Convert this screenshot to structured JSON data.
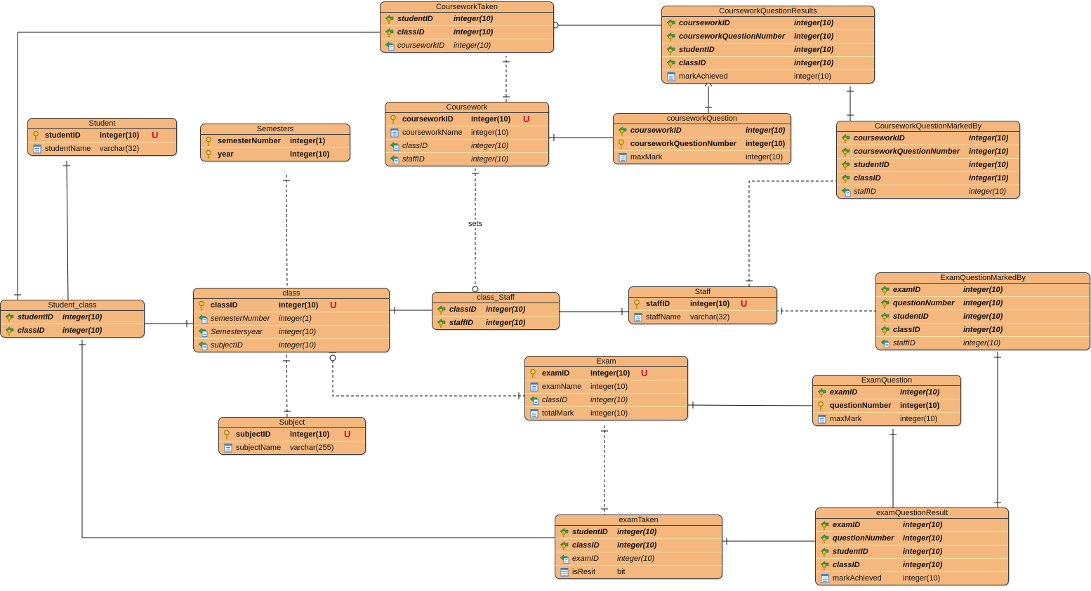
{
  "entities": [
    {
      "id": "CourseworkTaken",
      "title": "CourseworkTaken",
      "unique": false,
      "fields": [
        {
          "name": "studentID",
          "type": "integer(10)",
          "kind": "pkfk"
        },
        {
          "name": "classID",
          "type": "integer(10)",
          "kind": "pkfk"
        },
        {
          "name": "courseworkID",
          "type": "integer(10)",
          "kind": "fk"
        }
      ]
    },
    {
      "id": "CourseworkQuestionResults",
      "title": "CourseworkQuestionResults",
      "unique": false,
      "fields": [
        {
          "name": "courseworkID",
          "type": "integer(10)",
          "kind": "pkfk"
        },
        {
          "name": "courseworkQuestionNumber",
          "type": "integer(10)",
          "kind": "pkfk"
        },
        {
          "name": "studentID",
          "type": "integer(10)",
          "kind": "pkfk"
        },
        {
          "name": "classID",
          "type": "integer(10)",
          "kind": "pkfk"
        },
        {
          "name": "markAchieved",
          "type": "integer(10)",
          "kind": "col"
        }
      ]
    },
    {
      "id": "Student",
      "title": "Student",
      "unique": true,
      "fields": [
        {
          "name": "studentID",
          "type": "integer(10)",
          "kind": "pk"
        },
        {
          "name": "studentName",
          "type": "varchar(32)",
          "kind": "col"
        }
      ]
    },
    {
      "id": "Semesters",
      "title": "Semesters",
      "unique": false,
      "fields": [
        {
          "name": "semesterNumber",
          "type": "integer(1)",
          "kind": "pk"
        },
        {
          "name": "year",
          "type": "integer(10)",
          "kind": "pk"
        }
      ]
    },
    {
      "id": "Coursework",
      "title": "Coursework",
      "unique": true,
      "fields": [
        {
          "name": "courseworkID",
          "type": "integer(10)",
          "kind": "pk"
        },
        {
          "name": "courseworkName",
          "type": "integer(10)",
          "kind": "col"
        },
        {
          "name": "classID",
          "type": "integer(10)",
          "kind": "fk"
        },
        {
          "name": "staffID",
          "type": "integer(10)",
          "kind": "fk"
        }
      ]
    },
    {
      "id": "courseworkQuestion",
      "title": "courseworkQuestion",
      "unique": false,
      "fields": [
        {
          "name": "courseworkID",
          "type": "integer(10)",
          "kind": "pkfk"
        },
        {
          "name": "courseworkQuestionNumber",
          "type": "integer(10)",
          "kind": "pk"
        },
        {
          "name": "maxMark",
          "type": "integer(10)",
          "kind": "col"
        }
      ]
    },
    {
      "id": "CourseworkQuestionMarkedBy",
      "title": "CourseworkQuestionMarkedBy",
      "unique": false,
      "fields": [
        {
          "name": "courseworkID",
          "type": "integer(10)",
          "kind": "pkfk"
        },
        {
          "name": "courseworkQuestionNumber",
          "type": "integer(10)",
          "kind": "pkfk"
        },
        {
          "name": "studentID",
          "type": "integer(10)",
          "kind": "pkfk"
        },
        {
          "name": "classID",
          "type": "integer(10)",
          "kind": "pkfk"
        },
        {
          "name": "staffID",
          "type": "integer(10)",
          "kind": "fk"
        }
      ]
    },
    {
      "id": "Student_class",
      "title": "Student_class",
      "unique": false,
      "fields": [
        {
          "name": "studentID",
          "type": "integer(10)",
          "kind": "pkfk"
        },
        {
          "name": "classID",
          "type": "integer(10)",
          "kind": "pkfk"
        }
      ]
    },
    {
      "id": "class",
      "title": "class",
      "unique": true,
      "fields": [
        {
          "name": "classID",
          "type": "integer(10)",
          "kind": "pk"
        },
        {
          "name": "semesterNumber",
          "type": "integer(1)",
          "kind": "fk"
        },
        {
          "name": "Semestersyear",
          "type": "integer(10)",
          "kind": "fk"
        },
        {
          "name": "subjectID",
          "type": "integer(10)",
          "kind": "fk"
        }
      ]
    },
    {
      "id": "class_Staff",
      "title": "class_Staff",
      "unique": false,
      "fields": [
        {
          "name": "classID",
          "type": "integer(10)",
          "kind": "pkfk"
        },
        {
          "name": "staffID",
          "type": "integer(10)",
          "kind": "pkfk"
        }
      ]
    },
    {
      "id": "Staff",
      "title": "Staff",
      "unique": true,
      "fields": [
        {
          "name": "staffID",
          "type": "integer(10)",
          "kind": "pk"
        },
        {
          "name": "staffName",
          "type": "varchar(32)",
          "kind": "col"
        }
      ]
    },
    {
      "id": "ExamQuestionMarkedBy",
      "title": "ExamQuestionMarkedBy",
      "unique": false,
      "fields": [
        {
          "name": "examID",
          "type": "integer(10)",
          "kind": "pkfk"
        },
        {
          "name": "questionNumber",
          "type": "integer(10)",
          "kind": "pkfk"
        },
        {
          "name": "studentID",
          "type": "integer(10)",
          "kind": "pkfk"
        },
        {
          "name": "classID",
          "type": "integer(10)",
          "kind": "pkfk"
        },
        {
          "name": "staffID",
          "type": "integer(10)",
          "kind": "fk"
        }
      ]
    },
    {
      "id": "Exam",
      "title": "Exam",
      "unique": true,
      "fields": [
        {
          "name": "examID",
          "type": "integer(10)",
          "kind": "pk"
        },
        {
          "name": "examName",
          "type": "integer(10)",
          "kind": "col"
        },
        {
          "name": "classID",
          "type": "integer(10)",
          "kind": "fk"
        },
        {
          "name": "totalMark",
          "type": "integer(10)",
          "kind": "col"
        }
      ]
    },
    {
      "id": "ExamQuestion",
      "title": "ExamQuestion",
      "unique": false,
      "fields": [
        {
          "name": "examID",
          "type": "integer(10)",
          "kind": "pkfk"
        },
        {
          "name": "questionNumber",
          "type": "integer(10)",
          "kind": "pk"
        },
        {
          "name": "maxMark",
          "type": "integer(10)",
          "kind": "col"
        }
      ]
    },
    {
      "id": "Subject",
      "title": "Subject",
      "unique": true,
      "fields": [
        {
          "name": "subjectID",
          "type": "integer(10)",
          "kind": "pk"
        },
        {
          "name": "subjectName",
          "type": "varchar(255)",
          "kind": "col"
        }
      ]
    },
    {
      "id": "examTaken",
      "title": "examTaken",
      "unique": false,
      "fields": [
        {
          "name": "studentID",
          "type": "integer(10)",
          "kind": "pkfk"
        },
        {
          "name": "classID",
          "type": "integer(10)",
          "kind": "pkfk"
        },
        {
          "name": "examID",
          "type": "integer(10)",
          "kind": "fk"
        },
        {
          "name": "isResit",
          "type": "bit",
          "kind": "col"
        }
      ]
    },
    {
      "id": "examQuestionResult",
      "title": "examQuestionResult",
      "unique": false,
      "fields": [
        {
          "name": "examID",
          "type": "integer(10)",
          "kind": "pkfk"
        },
        {
          "name": "questionNumber",
          "type": "integer(10)",
          "kind": "pkfk"
        },
        {
          "name": "studentID",
          "type": "integer(10)",
          "kind": "pkfk"
        },
        {
          "name": "classID",
          "type": "integer(10)",
          "kind": "pkfk"
        },
        {
          "name": "markAchieved",
          "type": "integer(10)",
          "kind": "col"
        }
      ]
    }
  ],
  "relationships": [
    {
      "from": "Student",
      "to": "Student_class",
      "style": "solid",
      "from_card": "one",
      "to_card": "zero-many"
    },
    {
      "from": "CourseworkTaken",
      "to": "Student_class",
      "style": "solid",
      "from_card": "zero-many",
      "to_card": "one"
    },
    {
      "from": "CourseworkTaken",
      "to": "CourseworkQuestionResults",
      "style": "solid",
      "from_card": "one-zero",
      "to_card": "zero-many"
    },
    {
      "from": "Coursework",
      "to": "CourseworkTaken",
      "style": "dashed",
      "from_card": "one",
      "to_card": "one"
    },
    {
      "from": "Coursework",
      "to": "courseworkQuestion",
      "style": "solid",
      "from_card": "one",
      "to_card": "zero-many"
    },
    {
      "from": "courseworkQuestion",
      "to": "CourseworkQuestionResults",
      "style": "solid",
      "from_card": "one",
      "to_card": "zero-many"
    },
    {
      "from": "CourseworkQuestionResults",
      "to": "CourseworkQuestionMarkedBy",
      "style": "solid",
      "from_card": "one",
      "to_card": "one"
    },
    {
      "from": "Coursework",
      "to": "class_Staff",
      "style": "dashed",
      "from_card": "one",
      "to_card": "zero-one",
      "label": "sets"
    },
    {
      "from": "Staff",
      "to": "CourseworkQuestionMarkedBy",
      "style": "dashed",
      "from_card": "one",
      "to_card": "zero-many"
    },
    {
      "from": "Semesters",
      "to": "class",
      "style": "dashed",
      "from_card": "one",
      "to_card": "zero-many"
    },
    {
      "from": "Student_class",
      "to": "class",
      "style": "solid",
      "from_card": "zero-many",
      "to_card": "one"
    },
    {
      "from": "class",
      "to": "class_Staff",
      "style": "solid",
      "from_card": "one",
      "to_card": "zero-many"
    },
    {
      "from": "class_Staff",
      "to": "Staff",
      "style": "solid",
      "from_card": "zero-many",
      "to_card": "one"
    },
    {
      "from": "Staff",
      "to": "ExamQuestionMarkedBy",
      "style": "dashed",
      "from_card": "one",
      "to_card": "zero-many"
    },
    {
      "from": "class",
      "to": "Subject",
      "style": "dashed",
      "from_card": "one",
      "to_card": "one"
    },
    {
      "from": "class",
      "to": "Exam",
      "style": "dashed",
      "from_card": "zero-one",
      "to_card": "one"
    },
    {
      "from": "Exam",
      "to": "ExamQuestion",
      "style": "solid",
      "from_card": "one",
      "to_card": "zero-many"
    },
    {
      "from": "Exam",
      "to": "examTaken",
      "style": "dashed",
      "from_card": "one",
      "to_card": "one"
    },
    {
      "from": "Student_class",
      "to": "examTaken",
      "style": "solid",
      "from_card": "one",
      "to_card": "zero-many"
    },
    {
      "from": "examTaken",
      "to": "examQuestionResult",
      "style": "solid",
      "from_card": "one",
      "to_card": "zero-many"
    },
    {
      "from": "ExamQuestion",
      "to": "examQuestionResult",
      "style": "solid",
      "from_card": "one",
      "to_card": "zero-many"
    },
    {
      "from": "ExamQuestionMarkedBy",
      "to": "examQuestionResult",
      "style": "solid",
      "from_card": "one",
      "to_card": "one"
    }
  ],
  "unique_marker": "U",
  "colors": {
    "entity_fill": "#F4B77E",
    "border": "#3a3a3a",
    "unique": "#c8102e",
    "key": "#e8b923",
    "fk_arrow": "#2e9e4f",
    "column": "#3b7ec7"
  }
}
